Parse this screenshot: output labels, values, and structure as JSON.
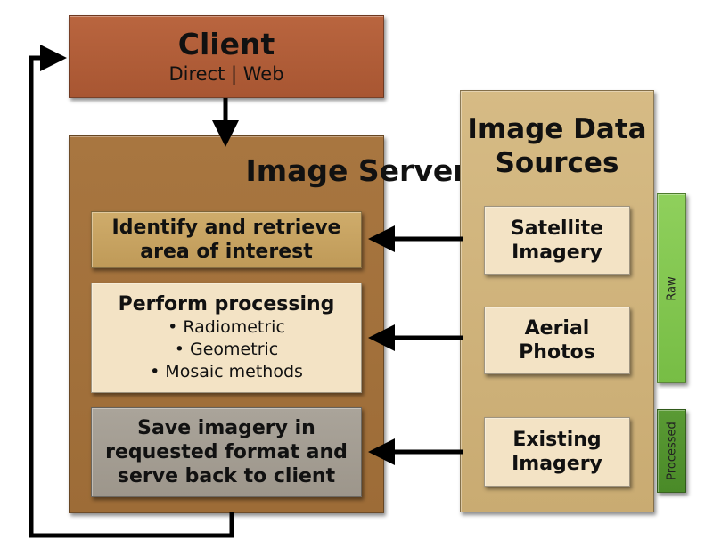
{
  "client": {
    "title": "Client",
    "subtitle": "Direct | Web"
  },
  "server": {
    "title": "Image Server",
    "step1": [
      "Identify and retrieve",
      "area of interest"
    ],
    "step2": {
      "title": "Perform processing",
      "items": [
        "• Radiometric",
        "• Geometric",
        "• Mosaic methods"
      ]
    },
    "step3": [
      "Save imagery in",
      "requested format and",
      "serve back to client"
    ]
  },
  "sources": {
    "title": [
      "Image Data",
      "Sources"
    ],
    "items": [
      [
        "Satellite",
        "Imagery"
      ],
      [
        "Aerial",
        "Photos"
      ],
      [
        "Existing",
        "Imagery"
      ]
    ]
  },
  "tags": {
    "raw": "Raw",
    "processed": "Processed"
  },
  "colors": {
    "client": "#a85632",
    "server": "#9d6c37",
    "step1": "#c8a461",
    "step2": "#f3e3c5",
    "step3": "#a39c91",
    "sources": "#d0b27b",
    "raw": "#80c54f",
    "processed": "#4f9030",
    "arrow": "#000000"
  }
}
